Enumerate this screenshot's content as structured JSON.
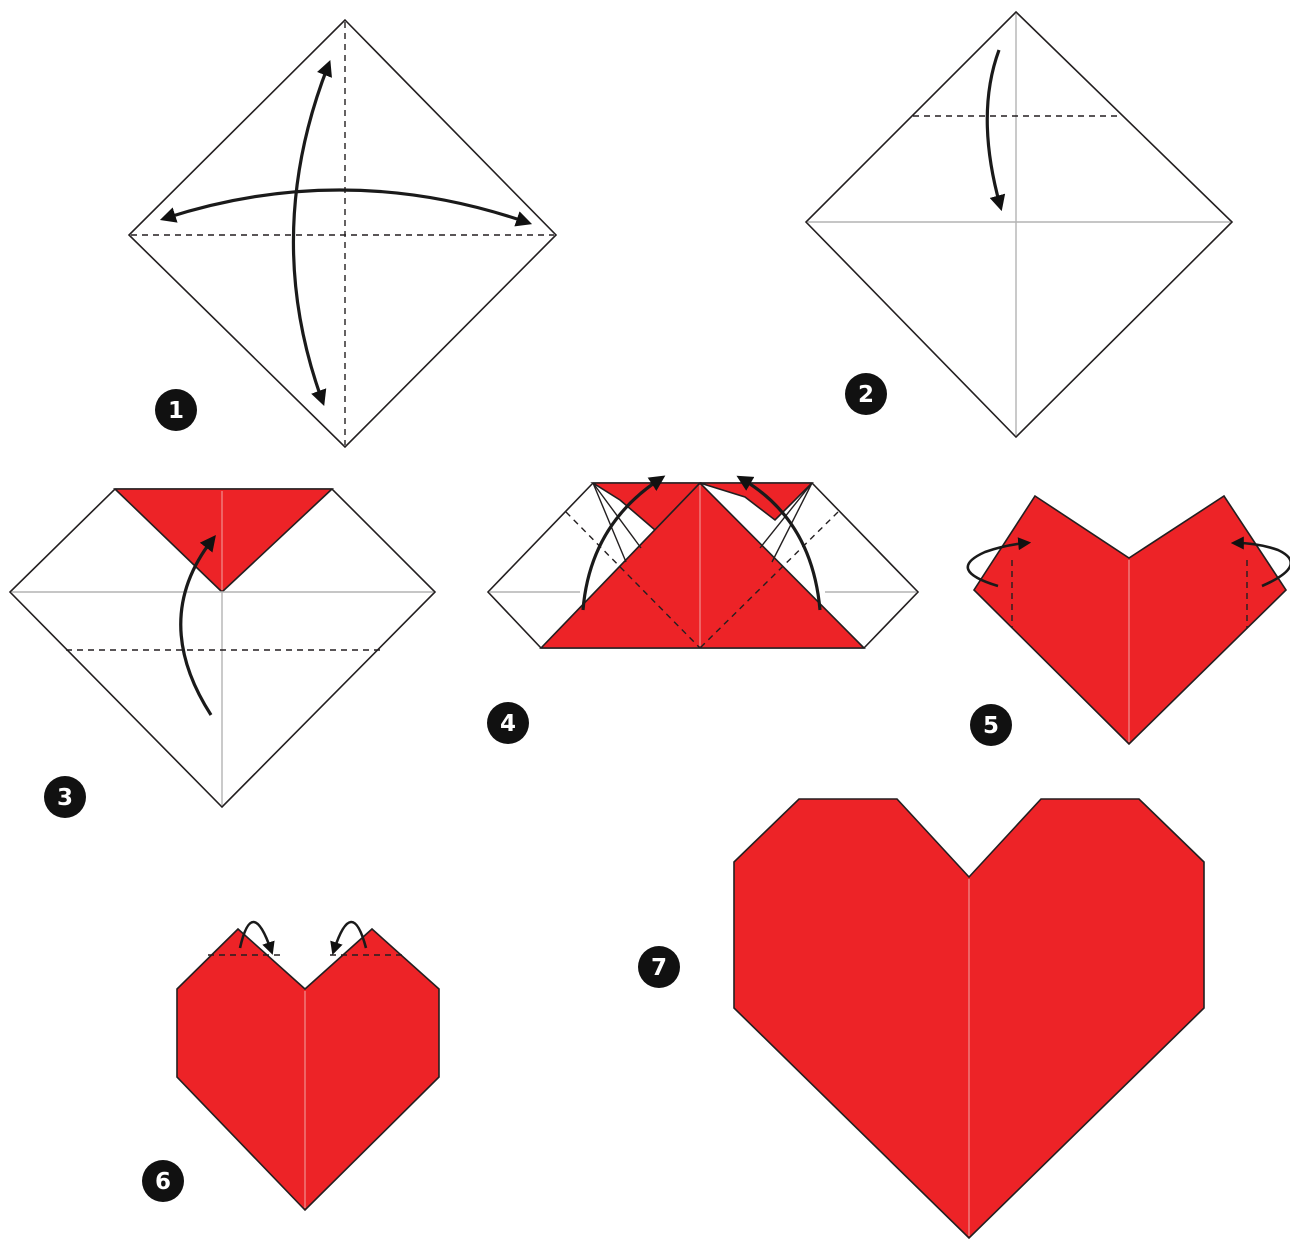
{
  "steps": [
    {
      "label": "1"
    },
    {
      "label": "2"
    },
    {
      "label": "3"
    },
    {
      "label": "4"
    },
    {
      "label": "5"
    },
    {
      "label": "6"
    },
    {
      "label": "7"
    }
  ],
  "colors": {
    "paper_red": "#ed2327",
    "paper_white": "#ffffff",
    "outline": "#231f20",
    "crease": "#b3b3b3",
    "marker": "#111111"
  }
}
